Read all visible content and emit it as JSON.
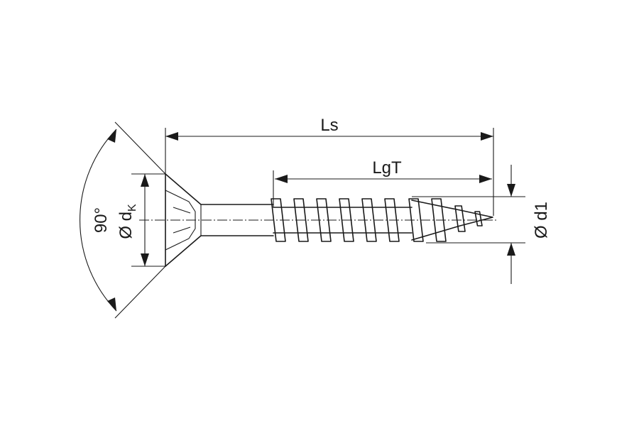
{
  "labels": {
    "overall_length": "Ls",
    "thread_length": "LgT",
    "head_angle": "90°",
    "head_diameter_prefix": "Ø d",
    "head_diameter_subscript": "K",
    "thread_diameter": "Ø d1"
  }
}
